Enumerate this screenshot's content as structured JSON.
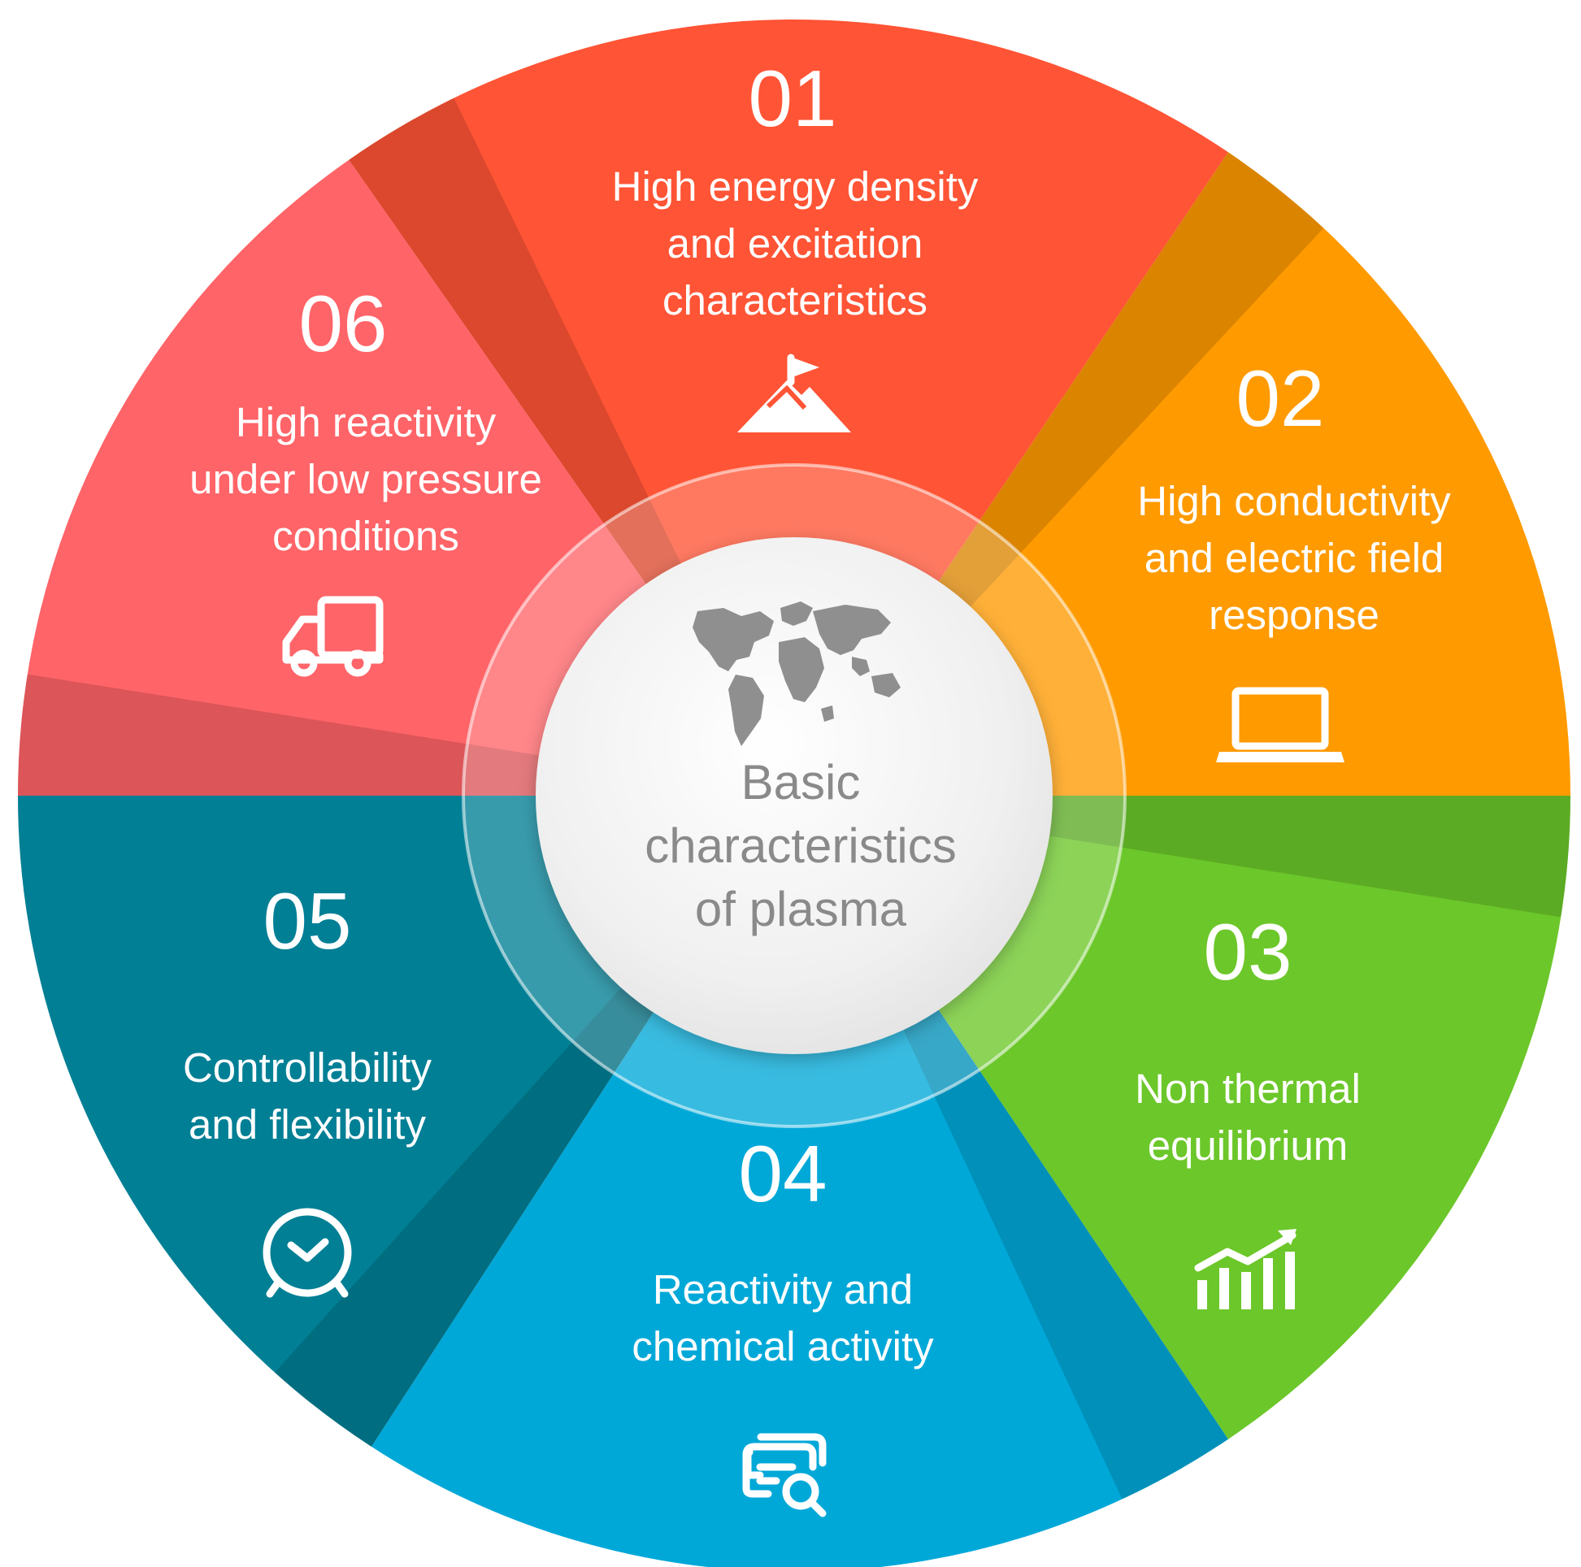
{
  "center": {
    "lines": [
      "Basic",
      "characteristics",
      "of plasma"
    ],
    "icon": "world-map-icon"
  },
  "segments": [
    {
      "number": "01",
      "lines": [
        "High energy density",
        "and excitation",
        "characteristics"
      ],
      "icon": "mountain-flag-icon",
      "color": "#FF5435"
    },
    {
      "number": "02",
      "lines": [
        "High conductivity",
        "and electric field",
        "response"
      ],
      "icon": "laptop-icon",
      "color": "#FF9A00"
    },
    {
      "number": "03",
      "lines": [
        "Non thermal",
        "equilibrium"
      ],
      "icon": "bar-chart-trend-icon",
      "color": "#6CC72A"
    },
    {
      "number": "04",
      "lines": [
        "Reactivity and",
        "chemical activity"
      ],
      "icon": "document-search-icon",
      "color": "#00A8D8"
    },
    {
      "number": "05",
      "lines": [
        "Controllability",
        "and flexibility"
      ],
      "icon": "alarm-clock-icon",
      "color": "#007F95"
    },
    {
      "number": "06",
      "lines": [
        "High reactivity",
        "under low pressure",
        "conditions"
      ],
      "icon": "delivery-truck-icon",
      "color": "#FF6468"
    }
  ]
}
